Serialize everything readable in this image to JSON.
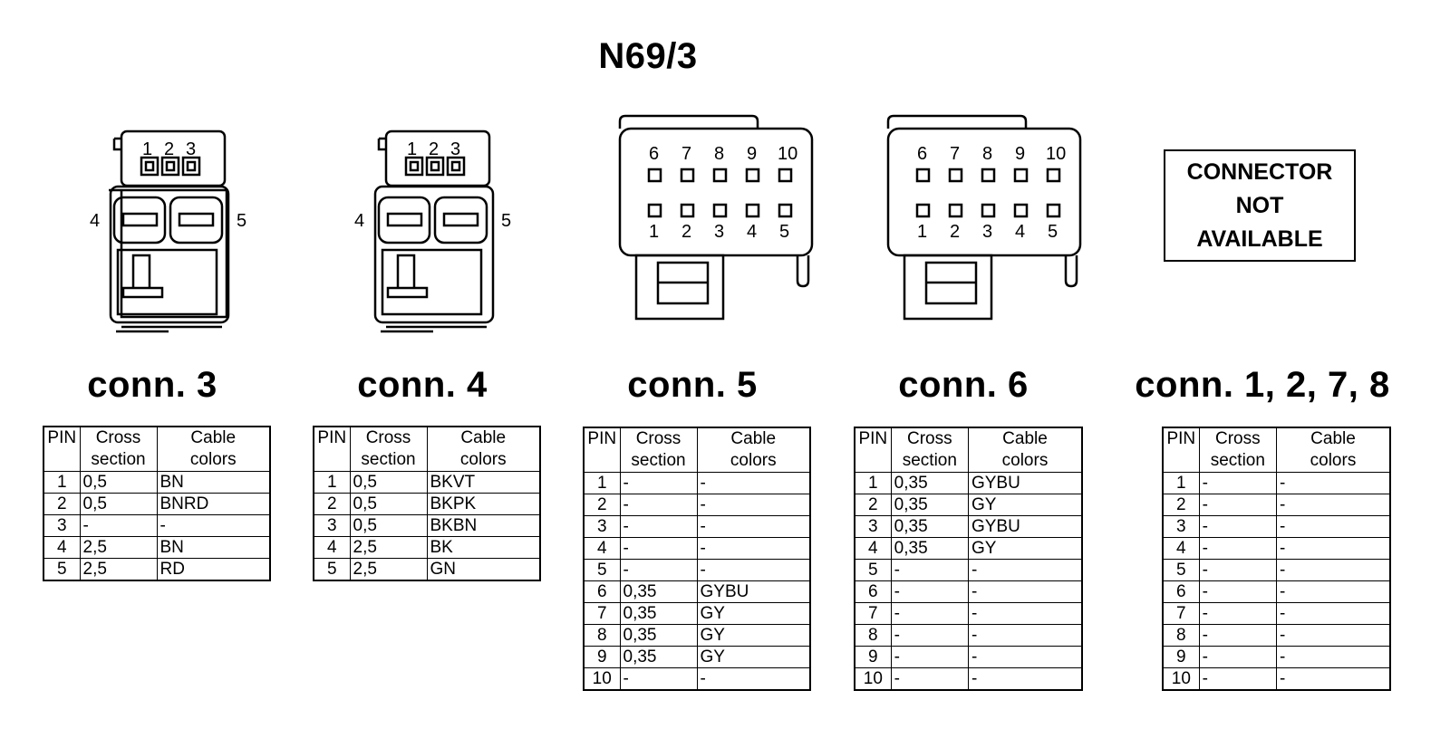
{
  "title": "N69/3",
  "not_available": {
    "line1": "CONNECTOR",
    "line2": "NOT",
    "line3": "AVAILABLE"
  },
  "connectors": {
    "c3": {
      "label": "conn. 3",
      "pin_numbers": [
        "1",
        "2",
        "3",
        "4",
        "5"
      ],
      "headers": {
        "pin": "PIN",
        "cross_l1": "Cross",
        "cross_l2": "section",
        "colors_l1": "Cable",
        "colors_l2": "colors"
      },
      "rows": [
        {
          "pin": "1",
          "cross": "0,5",
          "color": "BN"
        },
        {
          "pin": "2",
          "cross": "0,5",
          "color": "BNRD"
        },
        {
          "pin": "3",
          "cross": "-",
          "color": "-"
        },
        {
          "pin": "4",
          "cross": "2,5",
          "color": "BN"
        },
        {
          "pin": "5",
          "cross": "2,5",
          "color": "RD"
        }
      ]
    },
    "c4": {
      "label": "conn. 4",
      "pin_numbers": [
        "1",
        "2",
        "3",
        "4",
        "5"
      ],
      "headers": {
        "pin": "PIN",
        "cross_l1": "Cross",
        "cross_l2": "section",
        "colors_l1": "Cable",
        "colors_l2": "colors"
      },
      "rows": [
        {
          "pin": "1",
          "cross": "0,5",
          "color": "BKVT"
        },
        {
          "pin": "2",
          "cross": "0,5",
          "color": "BKPK"
        },
        {
          "pin": "3",
          "cross": "0,5",
          "color": "BKBN"
        },
        {
          "pin": "4",
          "cross": "2,5",
          "color": "BK"
        },
        {
          "pin": "5",
          "cross": "2,5",
          "color": "GN"
        }
      ]
    },
    "c5": {
      "label": "conn. 5",
      "pin_numbers_top": [
        "6",
        "7",
        "8",
        "9",
        "10"
      ],
      "pin_numbers_bottom": [
        "1",
        "2",
        "3",
        "4",
        "5"
      ],
      "headers": {
        "pin": "PIN",
        "cross_l1": "Cross",
        "cross_l2": "section",
        "colors_l1": "Cable",
        "colors_l2": "colors"
      },
      "rows": [
        {
          "pin": "1",
          "cross": "-",
          "color": "-"
        },
        {
          "pin": "2",
          "cross": "-",
          "color": "-"
        },
        {
          "pin": "3",
          "cross": "-",
          "color": "-"
        },
        {
          "pin": "4",
          "cross": "-",
          "color": "-"
        },
        {
          "pin": "5",
          "cross": "-",
          "color": "-"
        },
        {
          "pin": "6",
          "cross": "0,35",
          "color": "GYBU"
        },
        {
          "pin": "7",
          "cross": "0,35",
          "color": "GY"
        },
        {
          "pin": "8",
          "cross": "0,35",
          "color": "GY"
        },
        {
          "pin": "9",
          "cross": "0,35",
          "color": "GY"
        },
        {
          "pin": "10",
          "cross": "-",
          "color": "-"
        }
      ]
    },
    "c6": {
      "label": "conn. 6",
      "pin_numbers_top": [
        "6",
        "7",
        "8",
        "9",
        "10"
      ],
      "pin_numbers_bottom": [
        "1",
        "2",
        "3",
        "4",
        "5"
      ],
      "headers": {
        "pin": "PIN",
        "cross_l1": "Cross",
        "cross_l2": "section",
        "colors_l1": "Cable",
        "colors_l2": "colors"
      },
      "rows": [
        {
          "pin": "1",
          "cross": "0,35",
          "color": "GYBU"
        },
        {
          "pin": "2",
          "cross": "0,35",
          "color": "GY"
        },
        {
          "pin": "3",
          "cross": "0,35",
          "color": "GYBU"
        },
        {
          "pin": "4",
          "cross": "0,35",
          "color": "GY"
        },
        {
          "pin": "5",
          "cross": "-",
          "color": "-"
        },
        {
          "pin": "6",
          "cross": "-",
          "color": "-"
        },
        {
          "pin": "7",
          "cross": "-",
          "color": "-"
        },
        {
          "pin": "8",
          "cross": "-",
          "color": "-"
        },
        {
          "pin": "9",
          "cross": "-",
          "color": "-"
        },
        {
          "pin": "10",
          "cross": "-",
          "color": "-"
        }
      ]
    },
    "c1278": {
      "label": "conn. 1, 2, 7, 8",
      "headers": {
        "pin": "PIN",
        "cross_l1": "Cross",
        "cross_l2": "section",
        "colors_l1": "Cable",
        "colors_l2": "colors"
      },
      "rows": [
        {
          "pin": "1",
          "cross": "-",
          "color": "-"
        },
        {
          "pin": "2",
          "cross": "-",
          "color": "-"
        },
        {
          "pin": "3",
          "cross": "-",
          "color": "-"
        },
        {
          "pin": "4",
          "cross": "-",
          "color": "-"
        },
        {
          "pin": "5",
          "cross": "-",
          "color": "-"
        },
        {
          "pin": "6",
          "cross": "-",
          "color": "-"
        },
        {
          "pin": "7",
          "cross": "-",
          "color": "-"
        },
        {
          "pin": "8",
          "cross": "-",
          "color": "-"
        },
        {
          "pin": "9",
          "cross": "-",
          "color": "-"
        },
        {
          "pin": "10",
          "cross": "-",
          "color": "-"
        }
      ]
    }
  }
}
